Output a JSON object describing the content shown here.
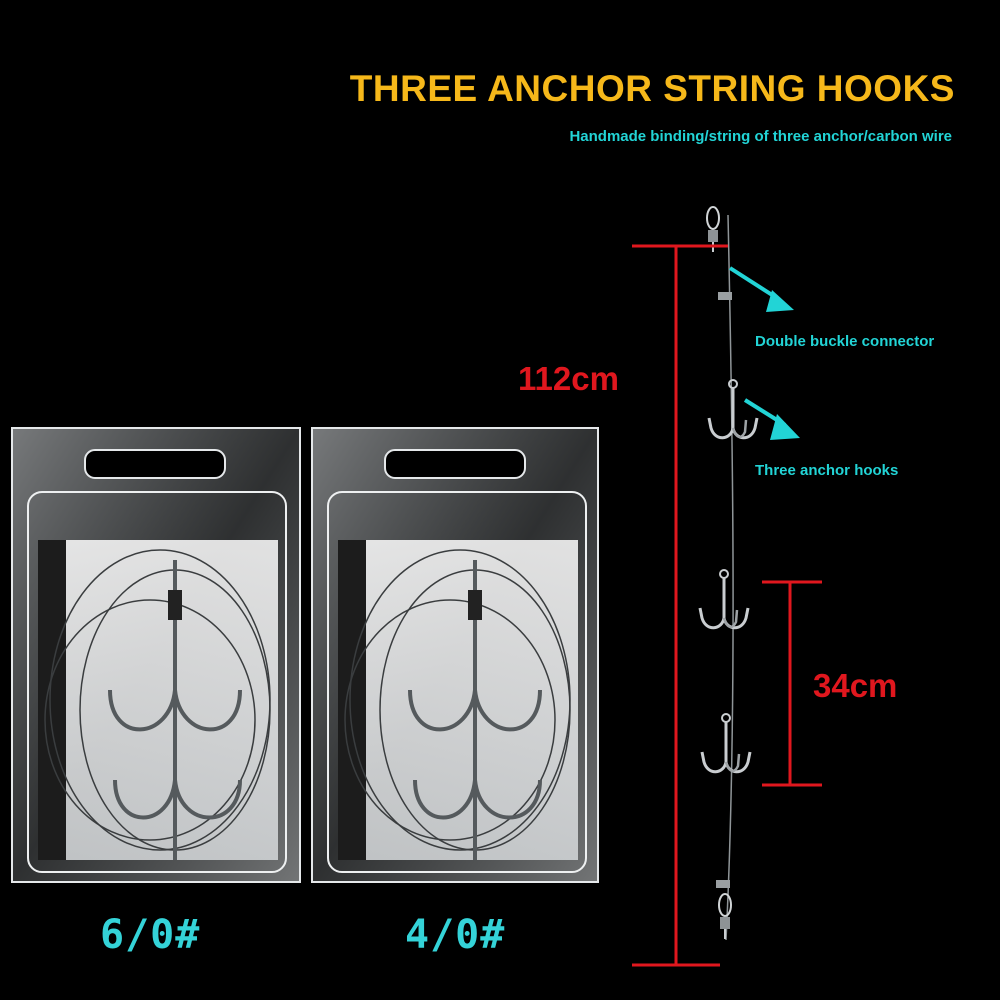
{
  "title": "THREE ANCHOR STRING HOOKS",
  "subtitle": "Handmade binding/string of three anchor/carbon wire",
  "callouts": {
    "connector": "Double buckle connector",
    "hooks": "Three anchor hooks"
  },
  "dimensions": {
    "total_length": "112cm",
    "hook_spacing": "34cm"
  },
  "packages": [
    {
      "size": "6/0#"
    },
    {
      "size": "4/0#"
    }
  ],
  "colors": {
    "background": "#000000",
    "title": "#f6b81a",
    "callout": "#22d4d6",
    "dimension": "#e0171e"
  },
  "icons": [
    "treble-hook-icon",
    "swivel-snap-icon",
    "blister-pack-icon"
  ]
}
